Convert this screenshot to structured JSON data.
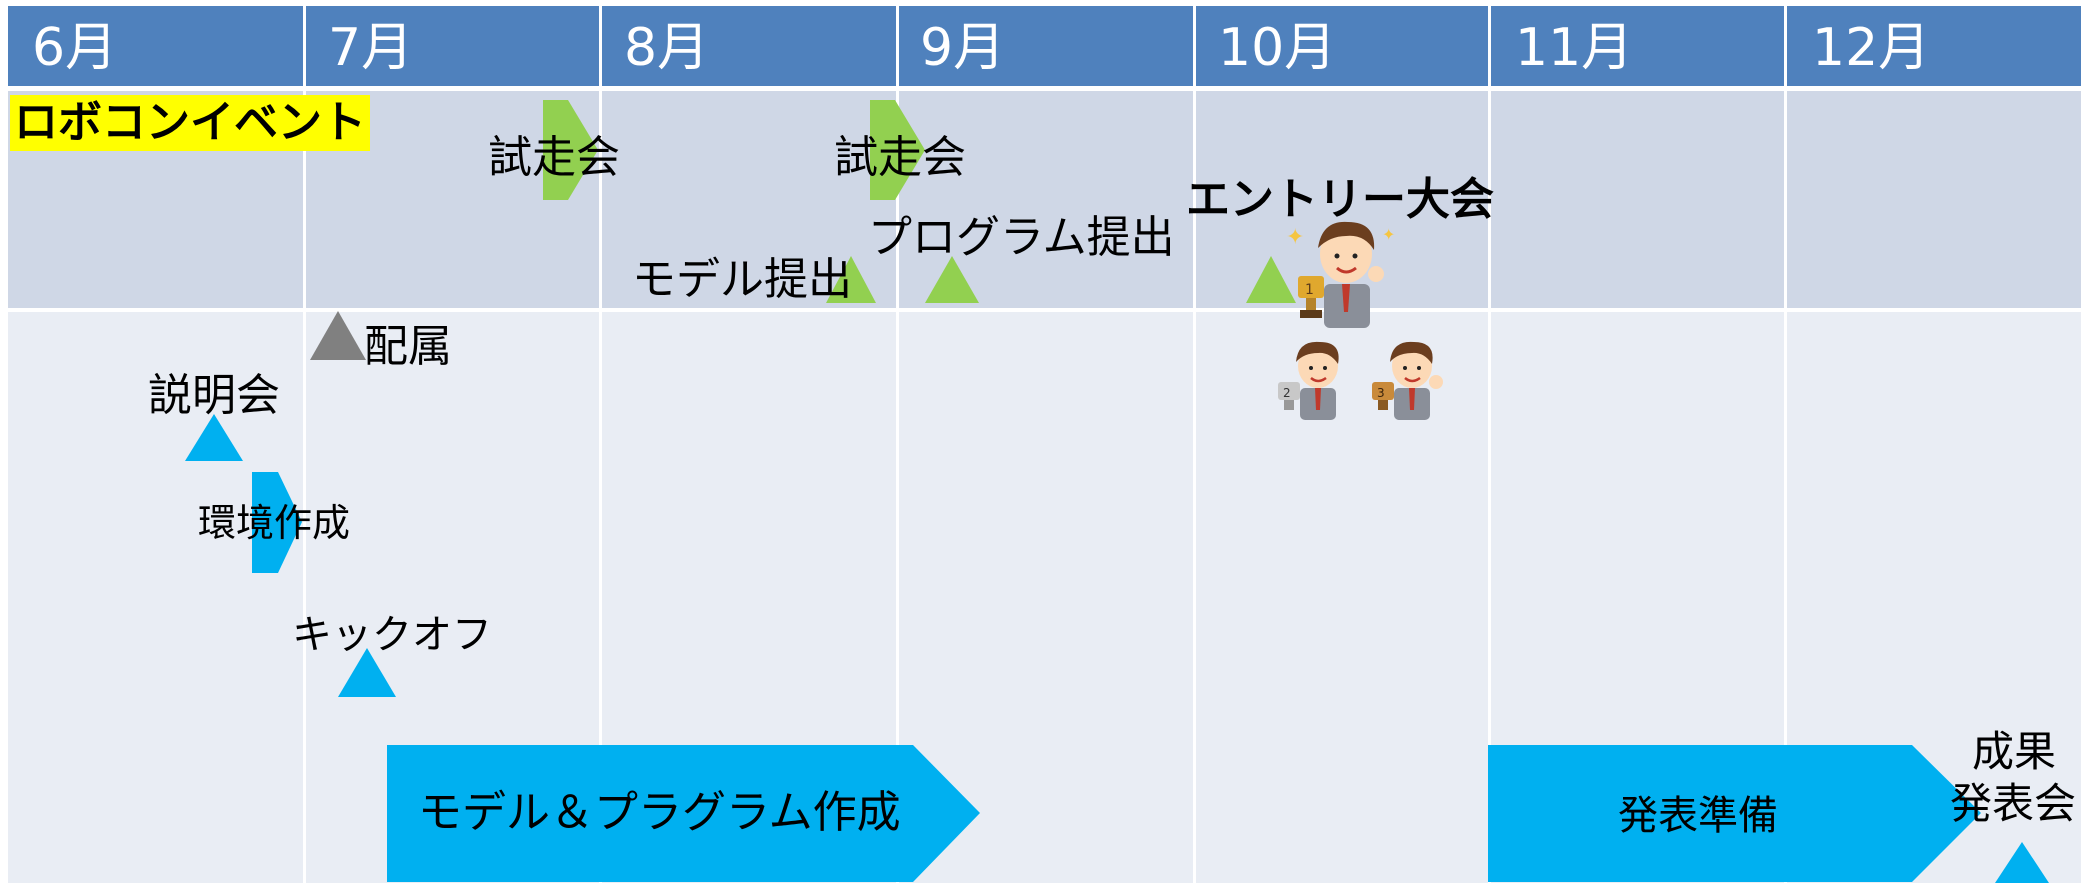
{
  "months": [
    "6月",
    "7月",
    "8月",
    "9月",
    "10月",
    "11月",
    "12月"
  ],
  "event_row_label": "ロボコンイベント",
  "events": {
    "trial_run_1": "試走会",
    "trial_run_2": "試走会",
    "model_submission": "モデル提出",
    "program_submission": "プログラム提出",
    "entry_tournament": "エントリー大会"
  },
  "milestones": {
    "assignment": "配属",
    "briefing": "説明会",
    "environment_setup": "環境作成",
    "kickoff": "キックオフ",
    "results_presentation_line1": "成果",
    "results_presentation_line2": "発表会"
  },
  "phases": {
    "model_program_creation": "モデル＆プラグラム作成",
    "presentation_prep": "発表準備"
  },
  "colors": {
    "header": "#4f81bd",
    "event_row": "#cfd7e6",
    "task_row": "#e9edf4",
    "event_marker": "#92d050",
    "task_marker": "#00b0f0",
    "assignment_marker": "#808080",
    "highlight": "#ffff00"
  },
  "icons": [
    "businessman-trophy-1st-icon",
    "businessman-trophy-2nd-icon",
    "businessman-trophy-3rd-icon"
  ]
}
